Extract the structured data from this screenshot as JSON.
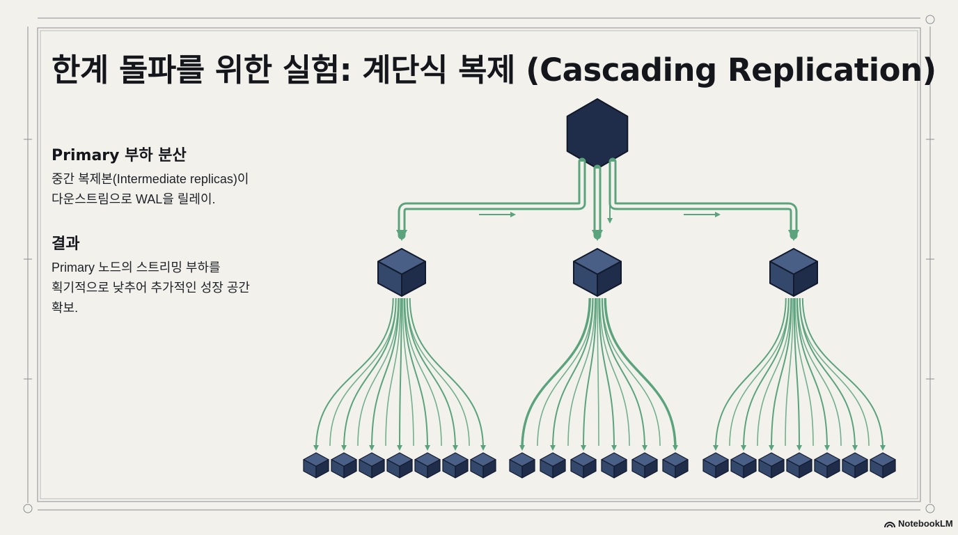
{
  "title": "한계 돌파를 위한 실험: 계단식 복제 (Cascading Replication)",
  "section1": {
    "heading": "Primary 부하 분산",
    "body_line1": "중간 복제본(Intermediate replicas)이",
    "body_line2": "다운스트림으로 WAL을 릴레이."
  },
  "section2": {
    "heading": "결과",
    "body_line1": "Primary 노드의 스트리밍 부하를",
    "body_line2": "획기적으로 낮추어 추가적인 성장 공간",
    "body_line3": "확보."
  },
  "brand": "NotebookLM",
  "colors": {
    "node_dark": "#1f2c4a",
    "node_mid": "#34486b",
    "arrow_green": "#5aa37c",
    "frame_line": "#8a8d90"
  },
  "diagram": {
    "primary_node": "hexagon",
    "relay_nodes": 3,
    "leaf_counts": [
      7,
      6,
      7
    ]
  },
  "icons": [
    "notebooklm-logo-icon"
  ]
}
